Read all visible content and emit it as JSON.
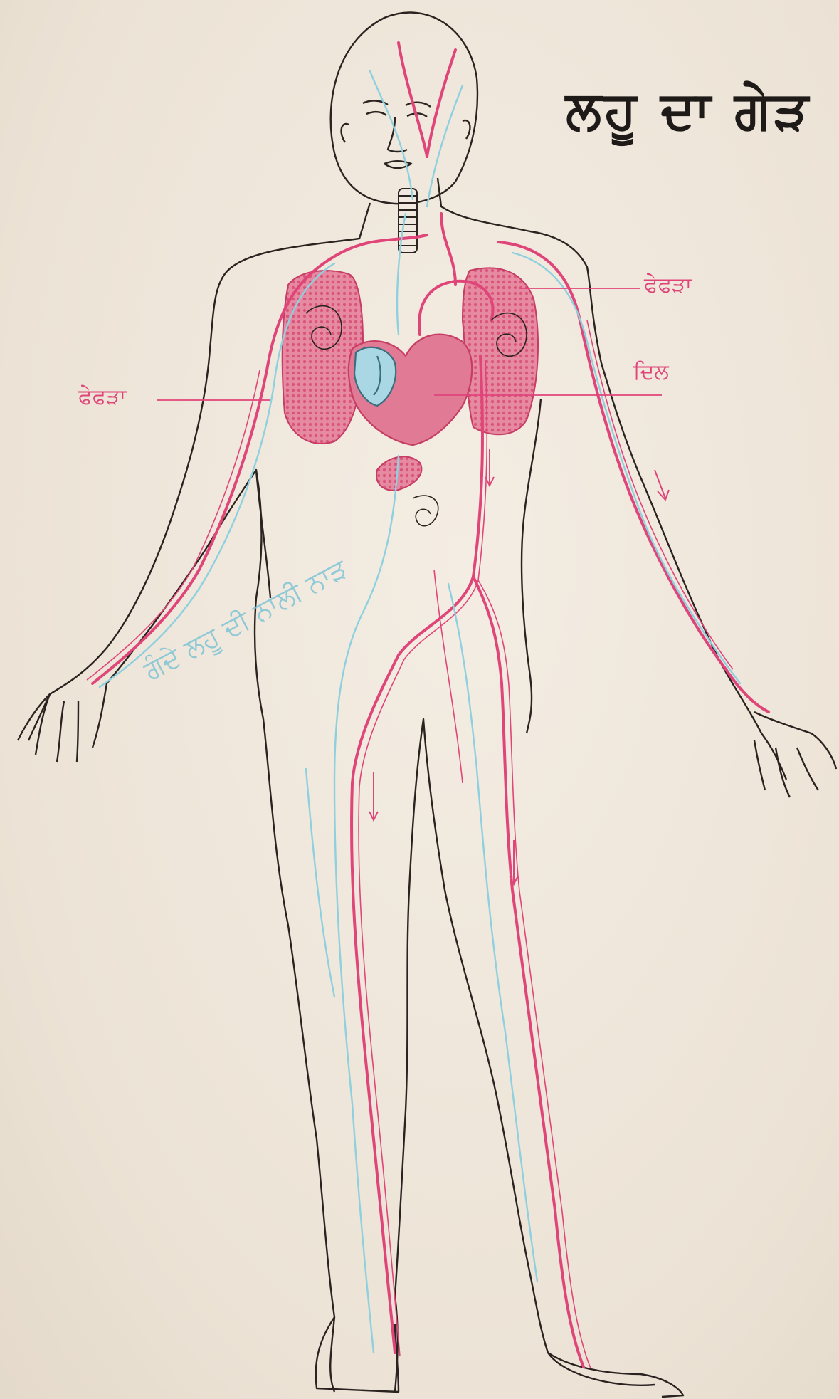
{
  "title": "ਲਹੂ ਦਾ ਗੇੜ",
  "labels": {
    "lung_right_side": "ਫੇਫੜਾ",
    "heart": "ਦਿਲ",
    "lung_left_side": "ਫੇਫੜਾ"
  },
  "watermark": "ਗੰਦੇ ਲਹੂ ਦੀ ਨਾਲੀ ਨਾੜ",
  "colors": {
    "background": "#efe7dc",
    "artery": "#e0457a",
    "vein": "#8fd0df",
    "outline": "#2a2320",
    "organ_fill": "#e07a95",
    "heart_blue": "#a9d8e4"
  }
}
